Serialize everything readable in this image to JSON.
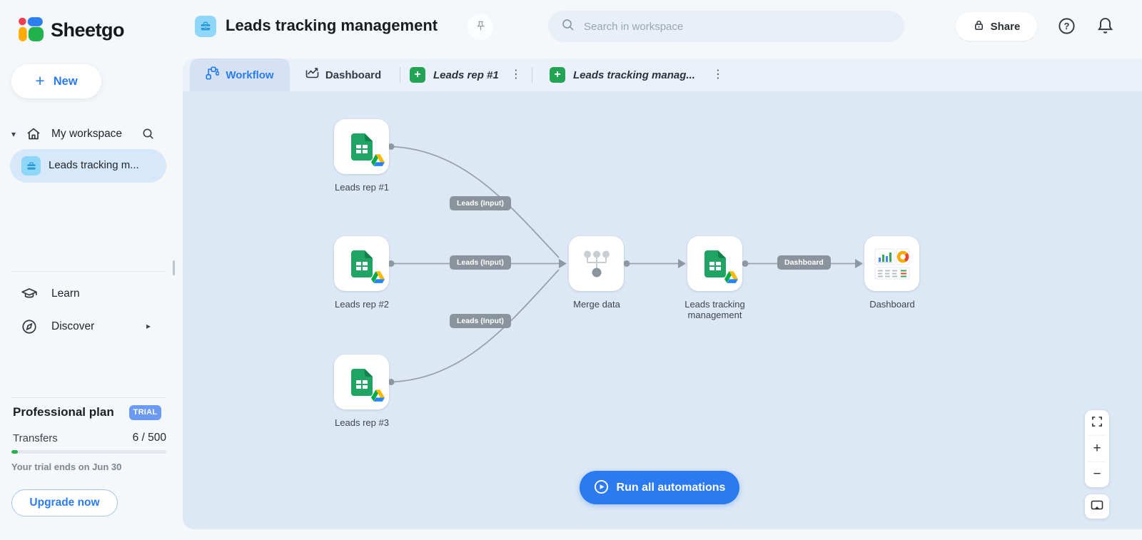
{
  "brand": {
    "name": "Sheetgo"
  },
  "header": {
    "title": "Leads tracking management",
    "search_placeholder": "Search in workspace",
    "share_label": "Share"
  },
  "sidebar": {
    "new_label": "New",
    "workspace_label": "My workspace",
    "selected_item_label": "Leads tracking m...",
    "learn_label": "Learn",
    "discover_label": "Discover",
    "plan": {
      "name": "Professional plan",
      "badge": "TRIAL",
      "transfers_label": "Transfers",
      "transfers_value": "6 / 500",
      "progress_percent": 4,
      "trial_note": "Your trial ends on Jun 30",
      "upgrade_label": "Upgrade now"
    }
  },
  "tabs": [
    {
      "label": "Workflow",
      "active": true
    },
    {
      "label": "Dashboard",
      "active": false
    },
    {
      "label": "Leads rep #1",
      "active": false
    },
    {
      "label": "Leads tracking manag...",
      "active": false
    }
  ],
  "canvas": {
    "nodes": [
      {
        "label": "Leads rep #1",
        "type": "google-sheets"
      },
      {
        "label": "Leads rep #2",
        "type": "google-sheets"
      },
      {
        "label": "Leads rep #3",
        "type": "google-sheets"
      },
      {
        "label": "Merge data",
        "type": "merge"
      },
      {
        "label": "Leads tracking management",
        "type": "google-sheets"
      },
      {
        "label": "Dashboard",
        "type": "dashboard"
      }
    ],
    "edge_labels": [
      {
        "label": "Leads (Input)"
      },
      {
        "label": "Leads (Input)"
      },
      {
        "label": "Leads (Input)"
      },
      {
        "label": "Dashboard"
      }
    ],
    "run_button_label": "Run all automations"
  },
  "icons": {
    "caret_down": "▾",
    "chevron_right": "▸",
    "kebab": "⋮",
    "plus": "+",
    "sheet_add_plus": "+",
    "zoom_in": "+",
    "zoom_out": "−",
    "help_glyph": "?"
  },
  "colors": {
    "accent_blue": "#2b7cf0",
    "run_button_blue": "#2b7af0",
    "canvas_bg": "#dde8f5",
    "tabstrip_bg": "#ebf1f9",
    "active_tab_bg": "#d4e2f3",
    "sidebar_bg": "#f5f8fb",
    "selected_item_bg": "#d7e8fb",
    "sheets_green": "#1fa463",
    "sheet_add_green": "#23a455",
    "edge_gray": "#99a1ab",
    "edge_label_bg": "#8b949d",
    "trial_badge_bg": "#6a9af3",
    "progress_green": "#2bae4f",
    "briefcase_bg": "#8fd7f9",
    "briefcase_fg": "#2b9cd8",
    "logo_red": "#ef3e52",
    "logo_blue": "#2d7ff0",
    "logo_orange": "#ffab00",
    "logo_green": "#22b24c"
  }
}
